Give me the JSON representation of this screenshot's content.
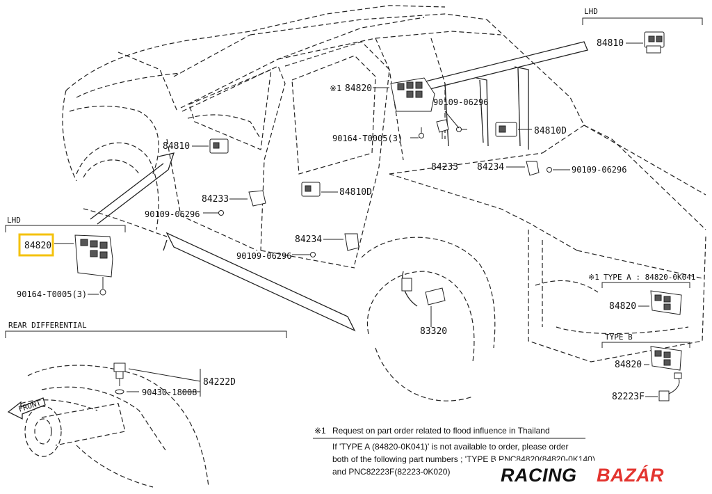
{
  "labels": {
    "lhd_top": "LHD",
    "lhd_left": "LHD",
    "rear_differential": "REAR DIFFERENTIAL",
    "type_a": "TYPE A : 84820-0K041",
    "type_a_mark": "※1",
    "type_b": "TYPE B",
    "front": "FRONT"
  },
  "parts": {
    "p84810_top": "84810",
    "p84820_flood": "84820",
    "p84820_flood_mark": "※1",
    "p90109_a": "90109-06296",
    "p90164_a": "90164-T0005(3)",
    "p84810d_rear": "84810D",
    "p84810_door": "84810",
    "p84233_rear": "84233",
    "p84234_rear": "84234",
    "p90109_b": "90109-06296",
    "p84233_front": "84233",
    "p90109_c": "90109-06296",
    "p84810d_front": "84810D",
    "p84234_front": "84234",
    "p90109_d": "90109-06296",
    "p84820_lhd": "84820",
    "p90164_b": "90164-T0005(3)",
    "p83320": "83320",
    "p84820_type_a": "84820",
    "p84820_type_b": "84820",
    "p82223f": "82223F",
    "p84222d": "84222D",
    "p90430": "90430-18008"
  },
  "note": {
    "mark": "※1",
    "line1": "Request on part order related to flood influence in Thailand",
    "line2": "If  'TYPE A (84820-0K041)'  is not available to order, please order",
    "line3": "both of the following part numbers ; 'TYPE B PNC84820(84820-0K140)",
    "line4": "and PNC82223F(82223-0K020)"
  },
  "logo": {
    "word1": "RACING",
    "word2": "BAZÁR"
  },
  "colors": {
    "highlight": "#f4c20d",
    "logo_accent": "#e3342f"
  }
}
